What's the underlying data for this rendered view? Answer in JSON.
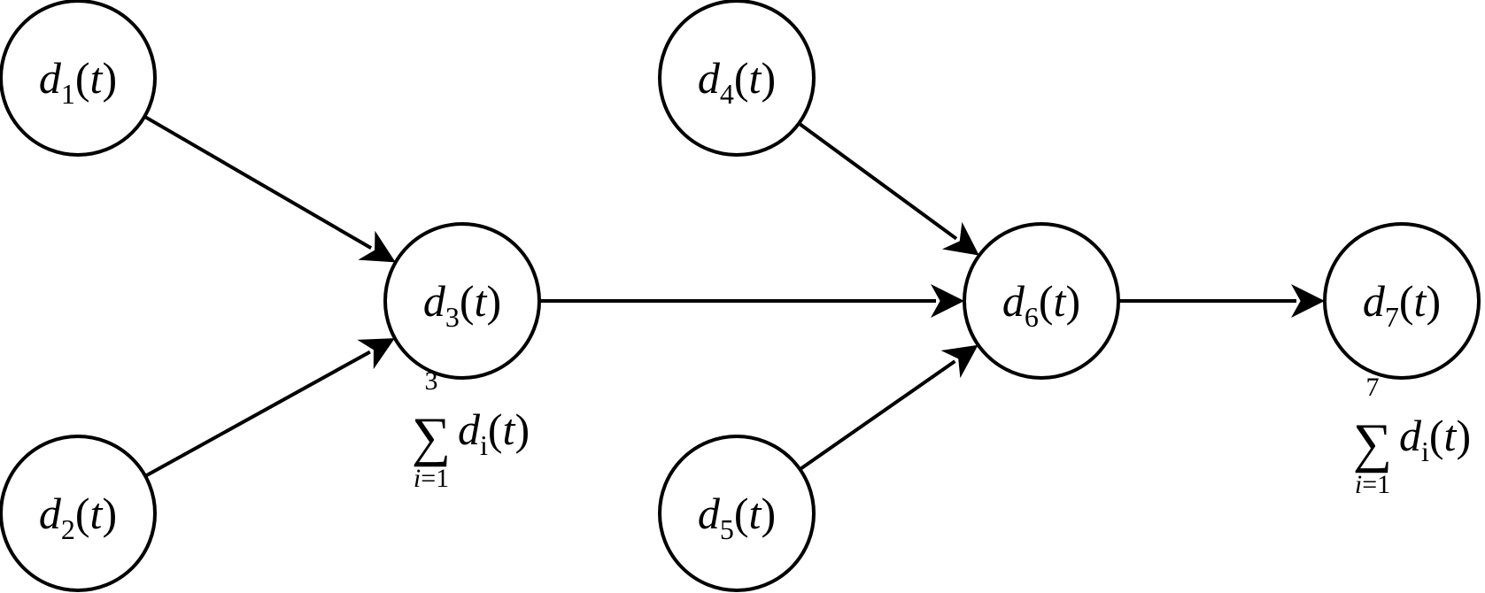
{
  "nodes": [
    {
      "id": "d1",
      "symbol": "d",
      "sub": "1",
      "arg": "t"
    },
    {
      "id": "d2",
      "symbol": "d",
      "sub": "2",
      "arg": "t"
    },
    {
      "id": "d3",
      "symbol": "d",
      "sub": "3",
      "arg": "t"
    },
    {
      "id": "d4",
      "symbol": "d",
      "sub": "4",
      "arg": "t"
    },
    {
      "id": "d5",
      "symbol": "d",
      "sub": "5",
      "arg": "t"
    },
    {
      "id": "d6",
      "symbol": "d",
      "sub": "6",
      "arg": "t"
    },
    {
      "id": "d7",
      "symbol": "d",
      "sub": "7",
      "arg": "t"
    }
  ],
  "edges": [
    {
      "from": "d1",
      "to": "d3"
    },
    {
      "from": "d2",
      "to": "d3"
    },
    {
      "from": "d3",
      "to": "d6"
    },
    {
      "from": "d4",
      "to": "d6"
    },
    {
      "from": "d5",
      "to": "d6"
    },
    {
      "from": "d6",
      "to": "d7"
    }
  ],
  "annotations": [
    {
      "node": "d3",
      "sigma": "∑",
      "upper": "3",
      "lower_var": "i",
      "lower_eq": "=1",
      "symbol": "d",
      "sub": "i",
      "arg": "t"
    },
    {
      "node": "d7",
      "sigma": "∑",
      "upper": "7",
      "lower_var": "i",
      "lower_eq": "=1",
      "symbol": "d",
      "sub": "i",
      "arg": "t"
    }
  ]
}
